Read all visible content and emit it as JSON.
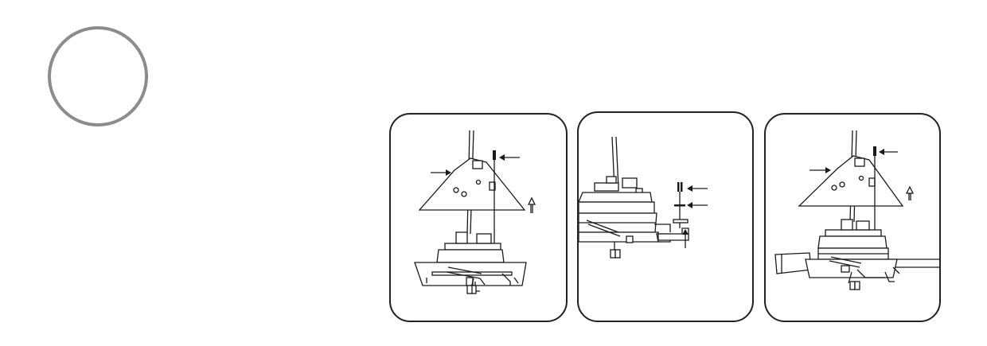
{
  "figure": {
    "step_marker": "circle-outline",
    "panels": [
      {
        "id": "panel-1",
        "content": "canopy-lowering-over-motor"
      },
      {
        "id": "panel-2",
        "content": "bracket-screw-attachment"
      },
      {
        "id": "panel-3",
        "content": "canopy-lowering-over-assembled-motor"
      }
    ],
    "colors": {
      "line": "#1a1a1a",
      "circle": "#8c8c8c",
      "background": "#ffffff"
    }
  }
}
